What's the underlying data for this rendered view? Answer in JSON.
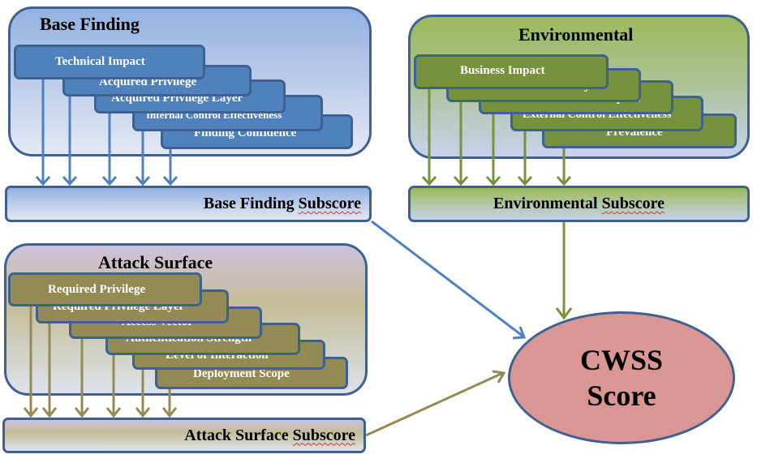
{
  "diagram": {
    "title": "CWSS Score",
    "groups": {
      "base": {
        "title": "Base Finding",
        "color": "#4f81bd",
        "factors": [
          "Technical Impact",
          "Acquired Privilege",
          "Acquired Privilege Layer",
          "Internal Control Effectiveness",
          "Finding Confidence"
        ],
        "subscore_label_a": "Base Finding ",
        "subscore_label_b": "Subscore"
      },
      "environmental": {
        "title": "Environmental",
        "color": "#76923c",
        "factors": [
          "Business Impact",
          "Likelihood of Discovery",
          "Likelihood of Exploit",
          "External Control Effectiveness",
          "Prevalence"
        ],
        "subscore_label_a": "Environmental ",
        "subscore_label_b": "Subscore"
      },
      "attack": {
        "title": "Attack Surface",
        "color": "#948a54",
        "factors": [
          "Required Privilege",
          "Required Privilege Layer",
          "Access Vector",
          "Authentication Strength",
          "Level of Interaction",
          "Deployment Scope"
        ],
        "subscore_label_a": "Attack Surface ",
        "subscore_label_b": "Subscore"
      }
    },
    "result": {
      "line1": "CWSS",
      "line2": "Score",
      "color": "#d99694"
    }
  }
}
